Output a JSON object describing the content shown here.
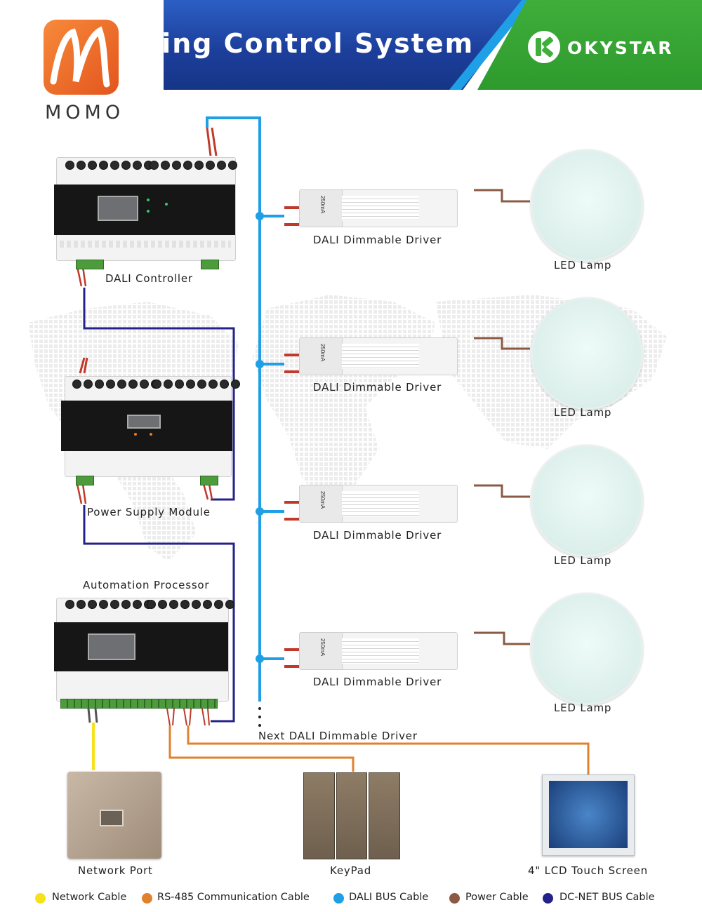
{
  "header": {
    "title": "ting Control System",
    "brand": "OKYSTAR",
    "logo": {
      "text": "MOMO",
      "color_primary": "#ef6f2a",
      "color_secondary": "#e3551e"
    },
    "colors": {
      "banner_blue": "#1d3f9c",
      "banner_green": "#3fae3a",
      "banner_cyan": "#1fa0e6"
    }
  },
  "devices": {
    "dali_controller": {
      "label": "DALI Controller"
    },
    "power_supply": {
      "label": "Power Supply Module"
    },
    "automation_processor": {
      "label": "Automation Processor"
    },
    "drivers": [
      {
        "label": "DALI Dimmable Driver"
      },
      {
        "label": "DALI Dimmable Driver"
      },
      {
        "label": "DALI Dimmable Driver"
      },
      {
        "label": "DALI Dimmable Driver"
      }
    ],
    "driver_current": "250mA",
    "lamps": [
      {
        "label": "LED Lamp"
      },
      {
        "label": "LED Lamp"
      },
      {
        "label": "LED Lamp"
      },
      {
        "label": "LED Lamp"
      }
    ],
    "next_driver": {
      "label": "Next DALI Dimmable Driver"
    },
    "network_port": {
      "label": "Network Port"
    },
    "keypad": {
      "label": "KeyPad"
    },
    "touch_screen": {
      "label": "4\" LCD Touch Screen"
    }
  },
  "legend": [
    {
      "name": "Network Cable",
      "color": "#f5e21b"
    },
    {
      "name": "RS-485 Communication Cable",
      "color": "#e0822c"
    },
    {
      "name": "DALI BUS Cable",
      "color": "#1fa0e6"
    },
    {
      "name": "Power Cable",
      "color": "#8a5a44"
    },
    {
      "name": "DC-NET BUS Cable",
      "color": "#24228a"
    }
  ]
}
